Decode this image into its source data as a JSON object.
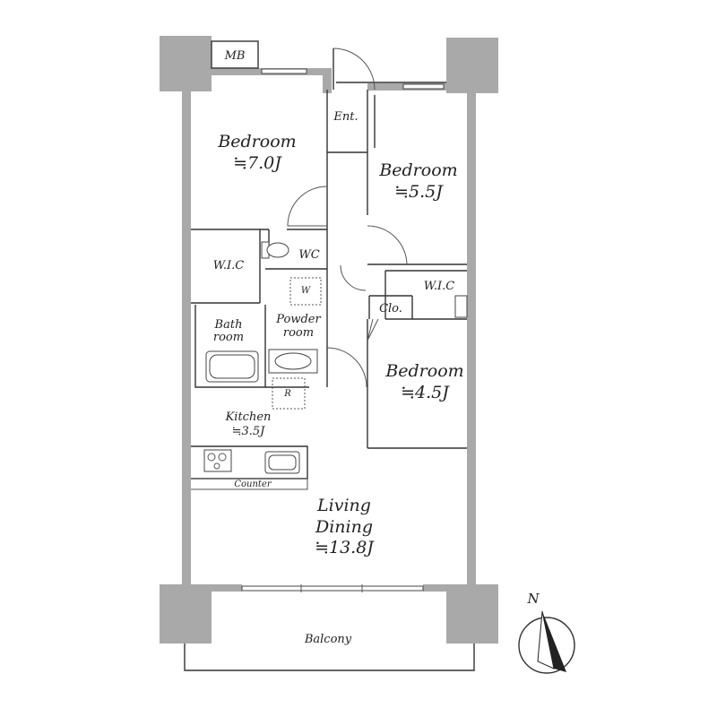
{
  "rooms": {
    "mb": "MB",
    "ent": "Ent.",
    "bedroom_1": {
      "name": "Bedroom",
      "size": "≒7.0J"
    },
    "bedroom_2": {
      "name": "Bedroom",
      "size": "≒5.5J"
    },
    "bedroom_3": {
      "name": "Bedroom",
      "size": "≒4.5J"
    },
    "wic_1": "W.I.C",
    "wic_2": "W.I.C",
    "wc": "WC",
    "washer": "W",
    "closet": "Clo.",
    "bath": {
      "line1": "Bath",
      "line2": "room"
    },
    "powder": {
      "line1": "Powder",
      "line2": "room"
    },
    "fridge": "R",
    "kitchen": {
      "name": "Kitchen",
      "size": "≒3.5J"
    },
    "counter": "Counter",
    "living": {
      "line1": "Living",
      "line2": "Dining",
      "size": "≒13.8J"
    },
    "balcony": "Balcony"
  },
  "compass": {
    "north": "N"
  },
  "colors": {
    "wall": "#a9a9a9",
    "line": "#333333",
    "background": "#ffffff"
  }
}
